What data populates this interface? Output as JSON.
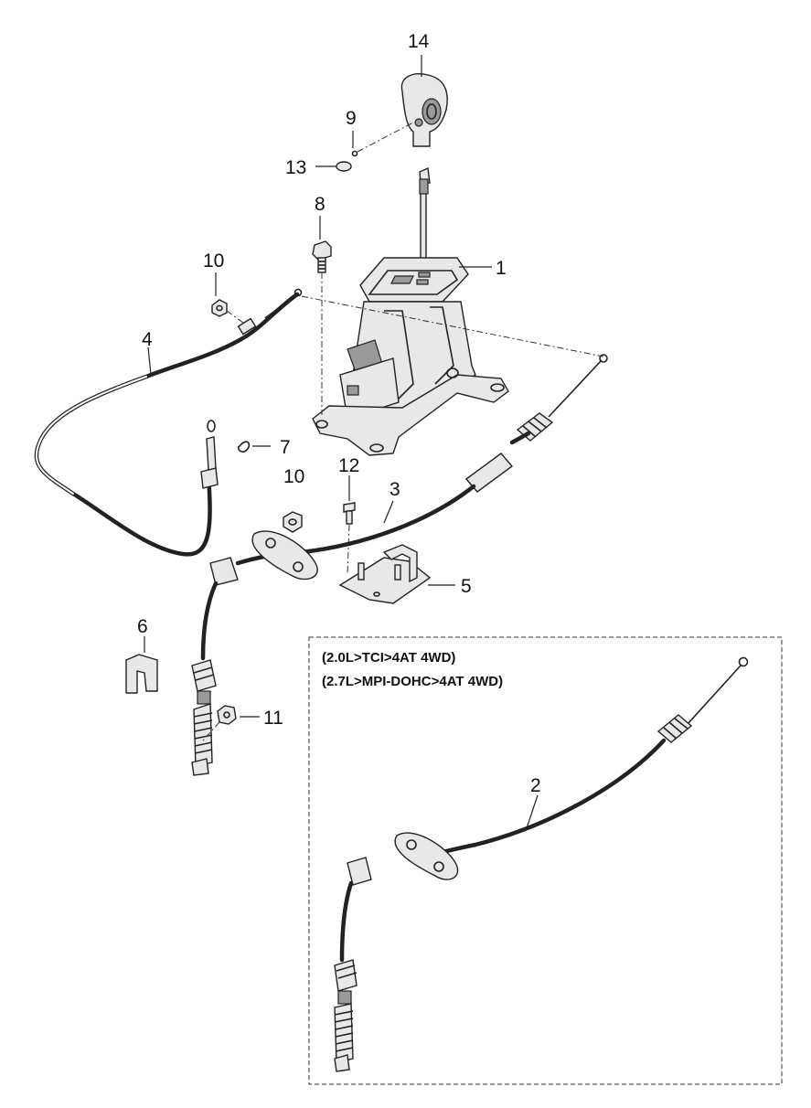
{
  "callouts": {
    "c1": "1",
    "c2": "2",
    "c3": "3",
    "c4": "4",
    "c5": "5",
    "c6": "6",
    "c7": "7",
    "c8": "8",
    "c9": "9",
    "c10a": "10",
    "c10b": "10",
    "c11": "11",
    "c12": "12",
    "c13": "13",
    "c14": "14"
  },
  "variant_box": {
    "line1": "(2.0L>TCI>4AT 4WD)",
    "line2": "(2.7L>MPI-DOHC>4AT 4WD)"
  }
}
